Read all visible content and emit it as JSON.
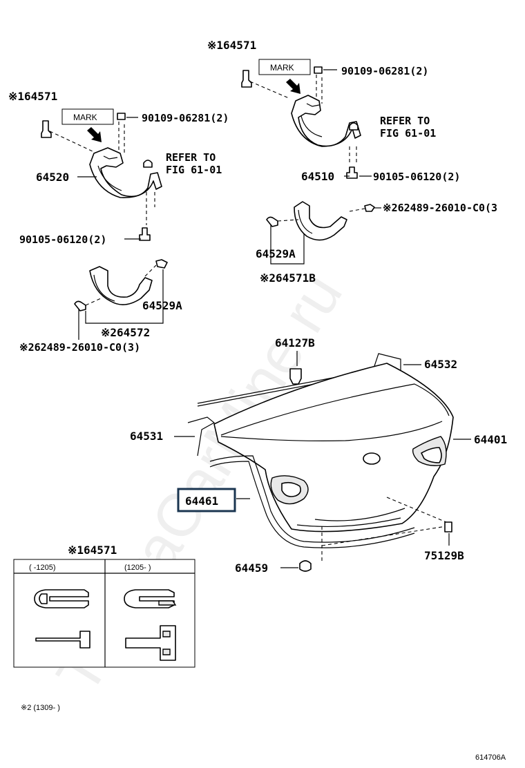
{
  "diagram_id": "614706A",
  "watermark": "ToyotaCarMine.ru",
  "refer_to": {
    "line1": "REFER TO",
    "line2": "FIG 61-01"
  },
  "mark_label": "MARK",
  "labels": {
    "l_64571_top_left": "※164571",
    "l_64571_top_right": "※164571",
    "l_bolt_left": "90109-06281(2)",
    "l_bolt_right": "90109-06281(2)",
    "l_64520": "64520",
    "l_64510": "64510",
    "l_screw_left": "90105-06120(2)",
    "l_screw_right": "90105-06120(2)",
    "l_64529A_left": "64529A",
    "l_64529A_right": "64529A",
    "l_64572": "※264572",
    "l_64571B": "※264571B",
    "l_clip_left": "※262489-26010-C0(3)",
    "l_clip_right": "※262489-26010-C0(3",
    "l_64127B": "64127B",
    "l_64532": "64532",
    "l_64531": "64531",
    "l_64401": "64401",
    "l_64461": "64461",
    "l_75129B": "75129B",
    "l_64459": "64459",
    "l_64571_table": "※164571"
  },
  "clip_table": {
    "col_left": "(     -1205)",
    "col_right": "(1205-     )"
  },
  "footnote": "※2 (1309-        )"
}
